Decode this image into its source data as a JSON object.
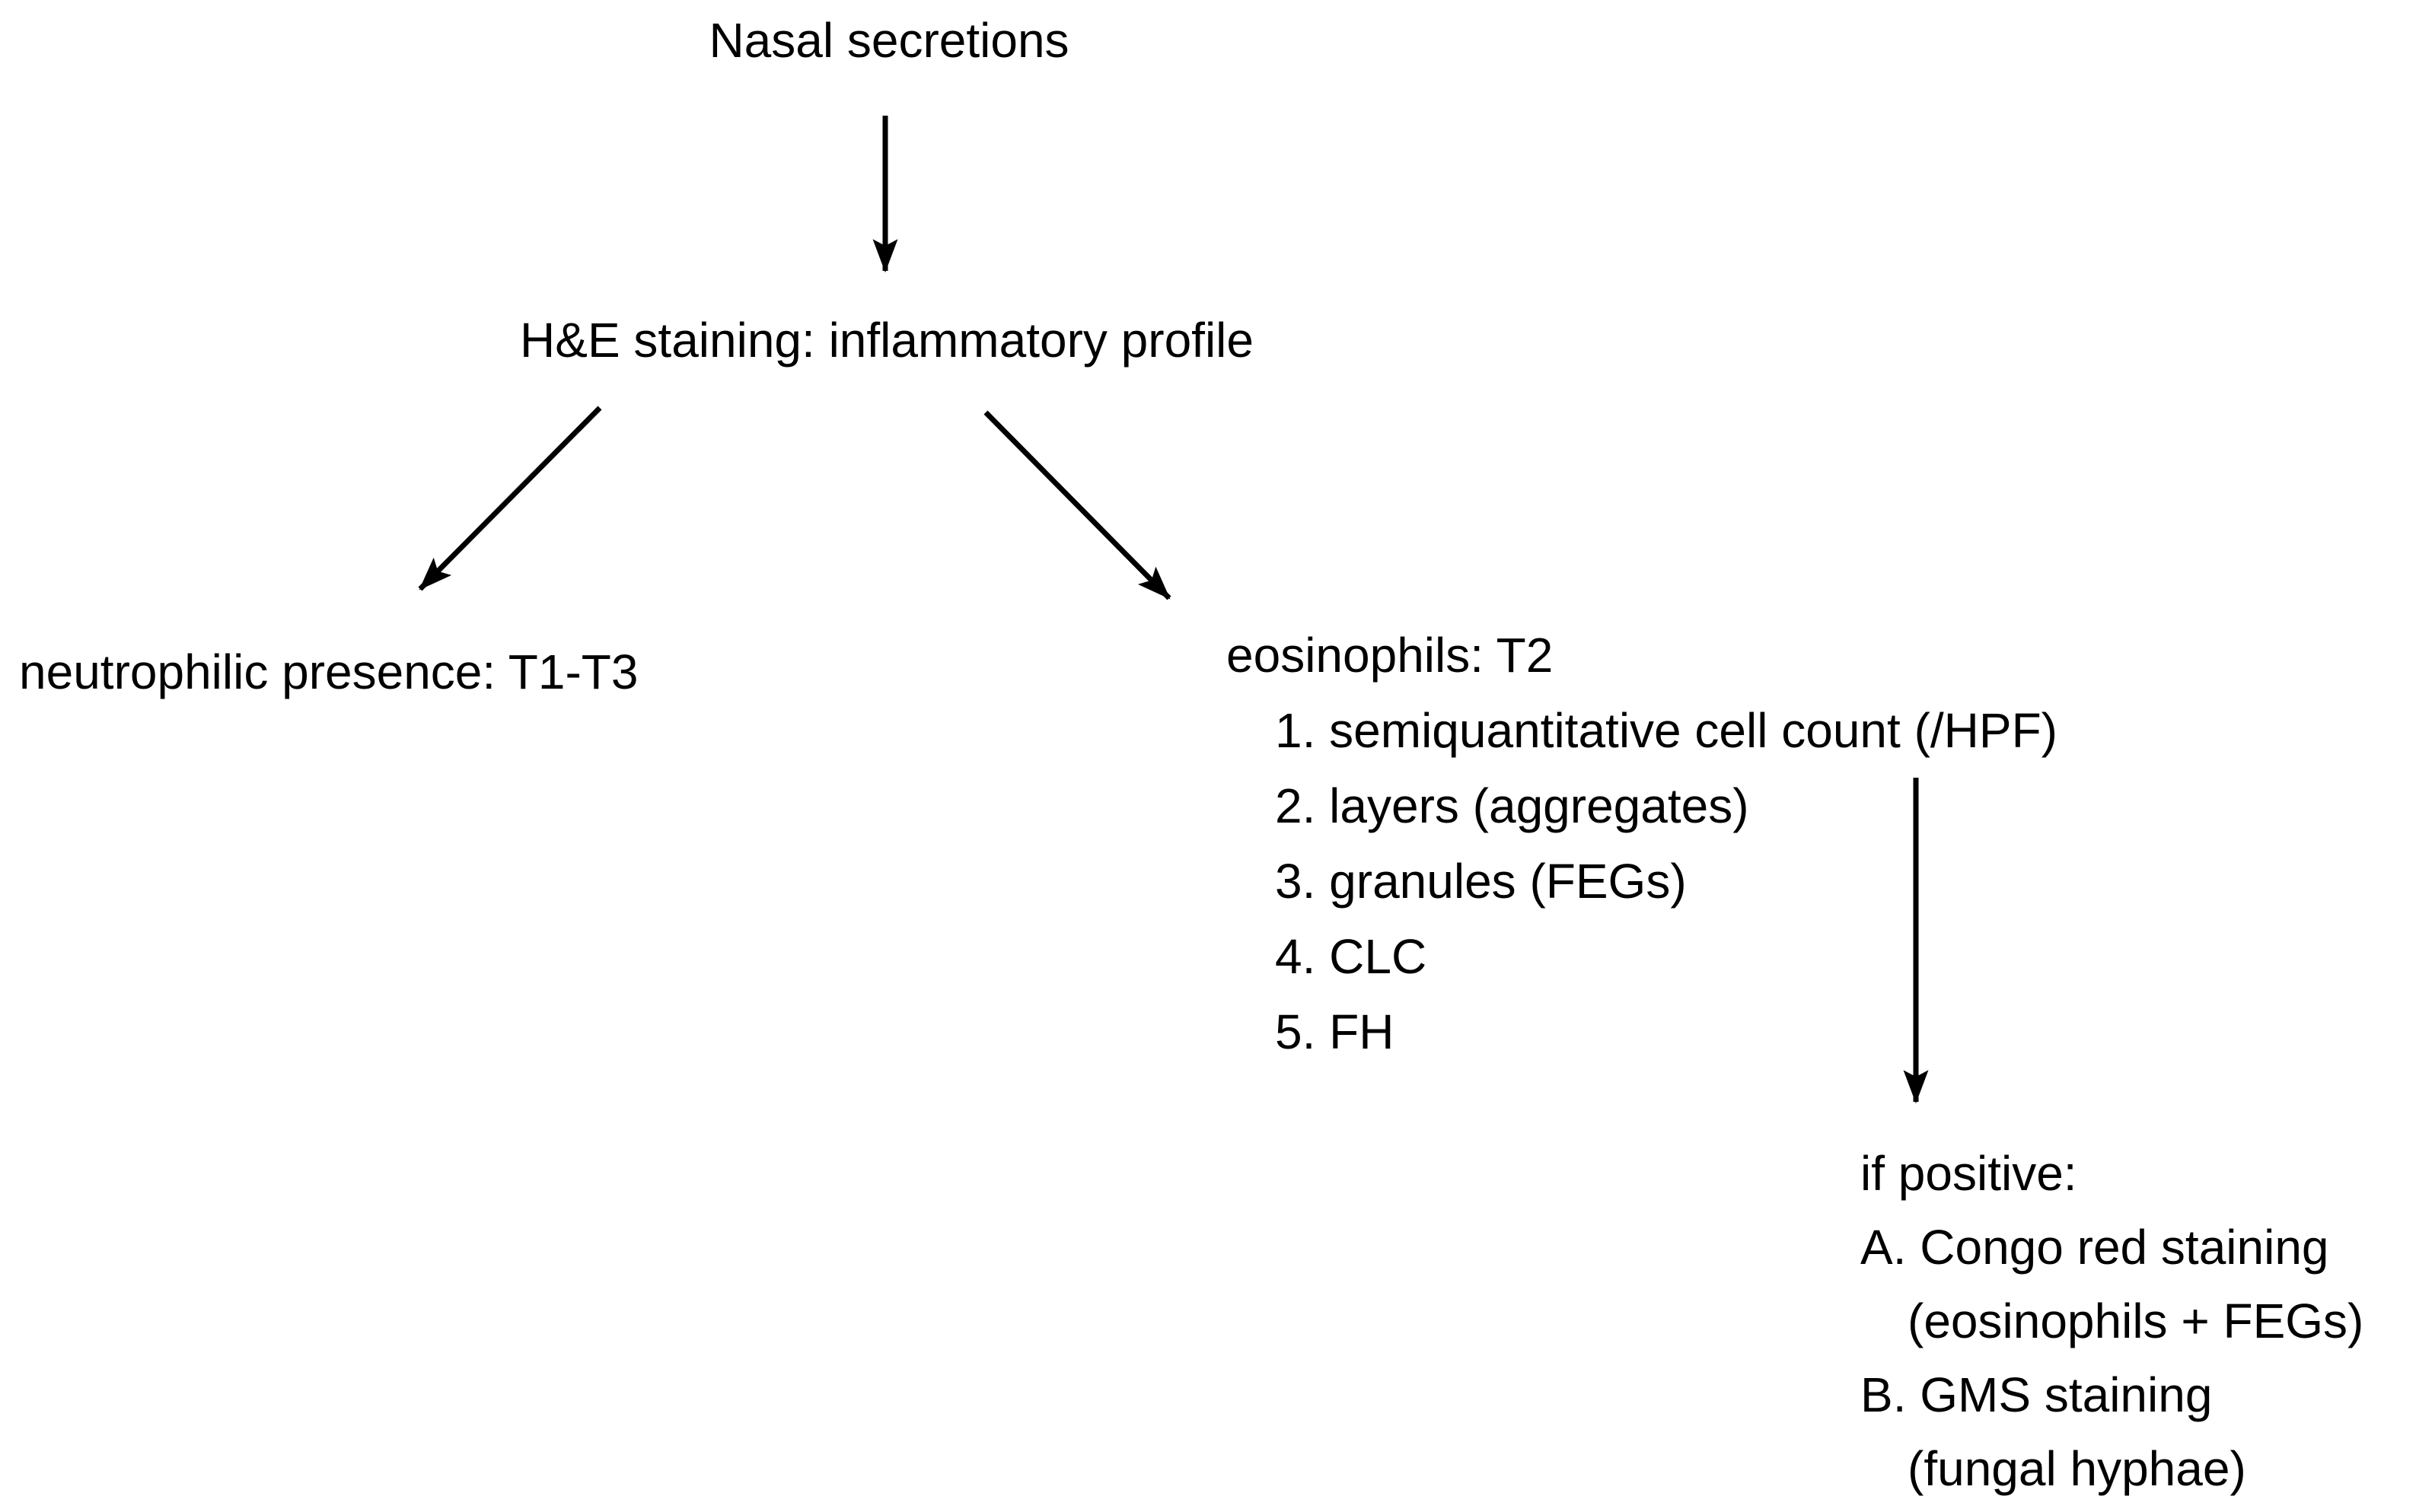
{
  "diagram": {
    "title_node": "Nasal secretions",
    "staining_node": "H&E staining: inflammatory profile",
    "left_branch": {
      "label": "neutrophilic presence: T1-T3"
    },
    "right_branch": {
      "label": "eosinophils: T2",
      "items": [
        "1. semiquantitative cell count (/HPF)",
        "2. layers (aggregates)",
        "3. granules (FEGs)",
        "4. CLC",
        "5. FH"
      ]
    },
    "followup": {
      "label": "if positive:",
      "item_a": "A. Congo red staining",
      "item_a_detail": "(eosinophils + FEGs)",
      "item_b": "B. GMS staining",
      "item_b_detail": "(fungal hyphae)"
    },
    "colors": {
      "background": "#ffffff",
      "text": "#000000",
      "arrow": "#000000"
    }
  }
}
